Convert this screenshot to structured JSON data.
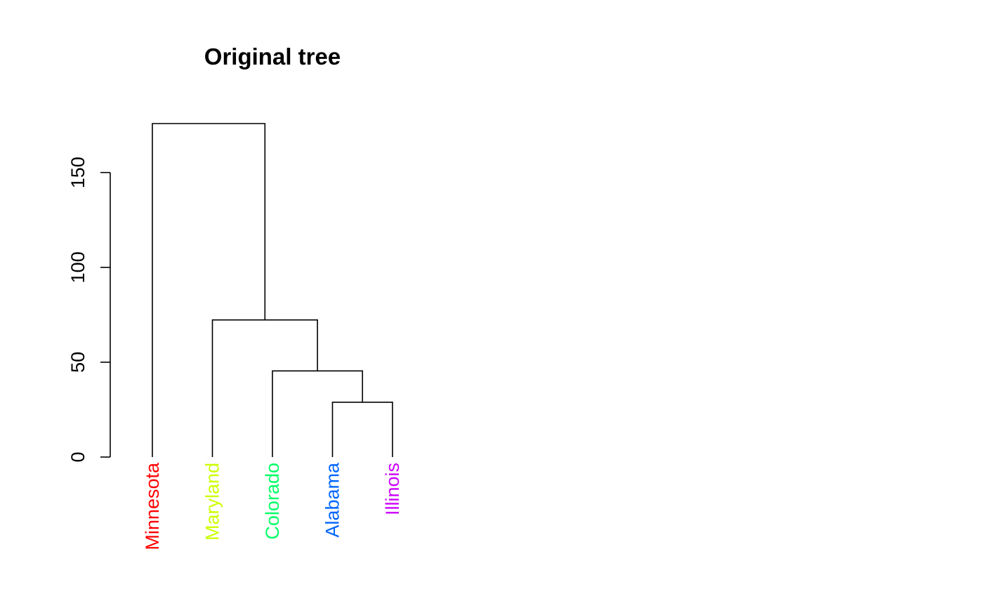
{
  "chart_data": {
    "type": "dendrogram",
    "title": "Original tree",
    "ylim": [
      0,
      175.8
    ],
    "y_ticks": [
      0,
      50,
      100,
      150
    ],
    "leaves": [
      {
        "label": "Minnesota",
        "color": "#FF0000"
      },
      {
        "label": "Maryland",
        "color": "#CCFF00"
      },
      {
        "label": "Colorado",
        "color": "#00FF66"
      },
      {
        "label": "Alabama",
        "color": "#0066FF"
      },
      {
        "label": "Illinois",
        "color": "#CC00FF"
      }
    ],
    "merges": [
      {
        "left": "Alabama",
        "right": "Illinois",
        "height": 28.9,
        "id": "m1"
      },
      {
        "left": "Colorado",
        "right": "m1",
        "height": 45.4,
        "id": "m2"
      },
      {
        "left": "Maryland",
        "right": "m2",
        "height": 72.3,
        "id": "m3"
      },
      {
        "left": "Minnesota",
        "right": "m3",
        "height": 175.8,
        "id": "m4"
      }
    ]
  }
}
